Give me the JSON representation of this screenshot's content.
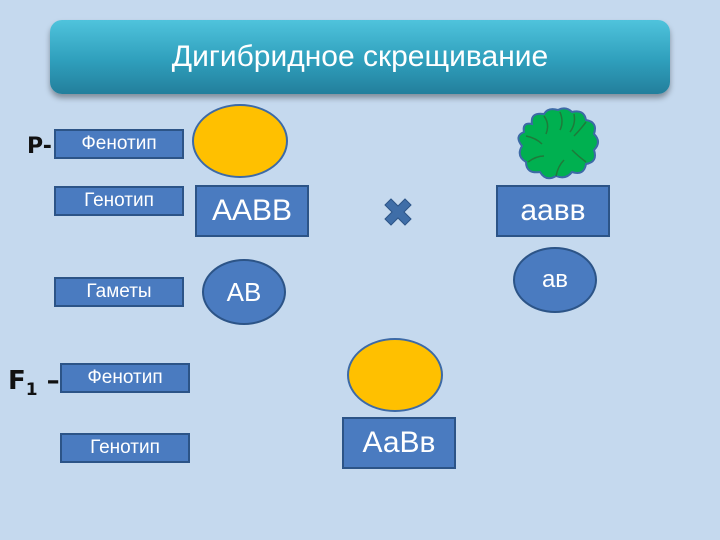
{
  "title": "Дигибридное скрещивание",
  "parents": {
    "label": "P-",
    "phenotype_label": "Фенотип",
    "genotype_label": "Генотип",
    "gametes_label": "Гаметы",
    "parent1": {
      "phenotype": "yellow-round",
      "genotype": "ААВВ",
      "gamete": "АВ",
      "color": "#ffc000"
    },
    "parent2": {
      "phenotype": "green-wrinkled",
      "genotype": "аавв",
      "gamete": "ав",
      "color": "#00b050"
    },
    "cross_symbol": "cross-icon"
  },
  "f1": {
    "label_letter": "F",
    "label_sub": "1",
    "label_dash": "–",
    "phenotype_label": "Фенотип",
    "genotype_label": "Генотип",
    "phenotype": "yellow-round",
    "genotype": "АаВв",
    "color": "#ffc000"
  }
}
